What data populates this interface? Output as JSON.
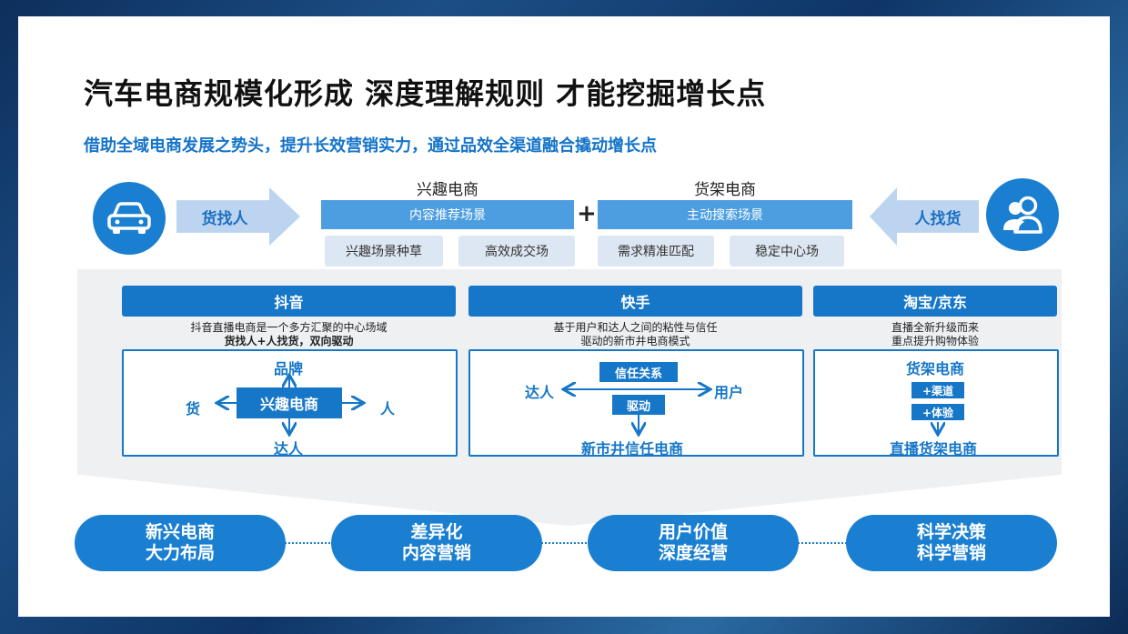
{
  "title": "汽车电商规模化形成 深度理解规则 才能挖掘增长点",
  "subtitle": "借助全域电商发展之势头，提升长效营销实力，通过品效全渠道融合撬动增长点",
  "top": {
    "left_arrow": "货找人",
    "right_arrow": "人找货",
    "interest": {
      "heading": "兴趣电商",
      "bar": "内容推荐场景",
      "chips": [
        "兴趣场景种草",
        "高效成交场"
      ]
    },
    "plus": "+",
    "shelf": {
      "heading": "货架电商",
      "bar": "主动搜索场景",
      "chips": [
        "需求精准匹配",
        "稳定中心场"
      ]
    }
  },
  "columns": {
    "douyin": {
      "head": "抖音",
      "desc1": "抖音直播电商是一个多方汇聚的中心场域",
      "desc2": "货找人+人找货，双向驱动",
      "top": "品牌",
      "left": "货",
      "center": "兴趣电商",
      "right": "人",
      "bottom": "达人"
    },
    "kuaishou": {
      "head": "快手",
      "desc1": "基于用户和达人之间的粘性与信任",
      "desc2": "驱动的新市井电商模式",
      "trust": "信任关系",
      "left": "达人",
      "right": "用户",
      "drive": "驱动",
      "bottom": "新市井信任电商"
    },
    "taobao": {
      "head": "淘宝/京东",
      "desc1": "直播全新升级而来",
      "desc2": "重点提升购物体验",
      "top": "货架电商",
      "tag1": "+渠道",
      "tag2": "+体验",
      "bottom": "直播货架电商"
    }
  },
  "pills": [
    {
      "line1": "新兴电商",
      "line2": "大力布局"
    },
    {
      "line1": "差异化",
      "line2": "内容营销"
    },
    {
      "line1": "用户价值",
      "line2": "深度经营"
    },
    {
      "line1": "科学决策",
      "line2": "科学营销"
    }
  ],
  "colors": {
    "primary": "#1677c8",
    "light_bar": "#4d9ee0",
    "chip": "#dde7f3",
    "arrow": "#bcd4f0"
  },
  "icons": {
    "left": "car-icon",
    "right": "users-icon"
  }
}
